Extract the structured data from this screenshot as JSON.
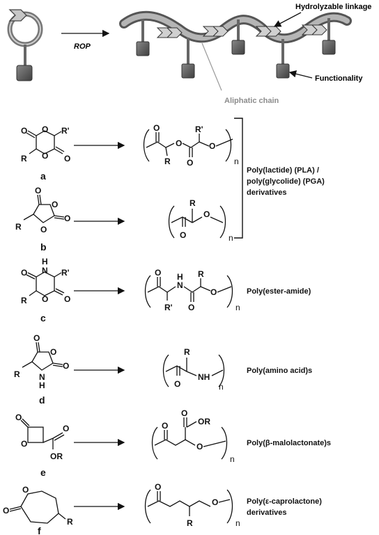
{
  "schematic": {
    "rop_label": "ROP",
    "hydrolyzable_label": "Hydrolyzable linkage",
    "functionality_label": "Functionality",
    "aliphatic_label": "Aliphatic chain",
    "colors": {
      "chain": "#8c8c8c",
      "pendant": "#555555",
      "linkage": "#b8b8b8",
      "aliphatic_text": "#8c8c8c"
    }
  },
  "atoms": {
    "O": "O",
    "N": "N",
    "H": "H",
    "R": "R",
    "R_prime": "R'",
    "OR": "OR",
    "NH": "NH",
    "n": "n"
  },
  "monomers": [
    {
      "letter": "a"
    },
    {
      "letter": "b"
    },
    {
      "letter": "c"
    },
    {
      "letter": "d"
    },
    {
      "letter": "e"
    },
    {
      "letter": "f"
    }
  ],
  "polymer_names": {
    "pla_pga": [
      "Poly(lactide) (PLA) /",
      "poly(glycolide) (PGA)",
      "derivatives"
    ],
    "ester_amide": "Poly(ester-amide)",
    "amino_acid": "Poly(amino acid)s",
    "malolactonate": "Poly(β-malolactonate)s",
    "caprolactone": [
      "Poly(ε-caprolactone)",
      "derivatives"
    ]
  }
}
